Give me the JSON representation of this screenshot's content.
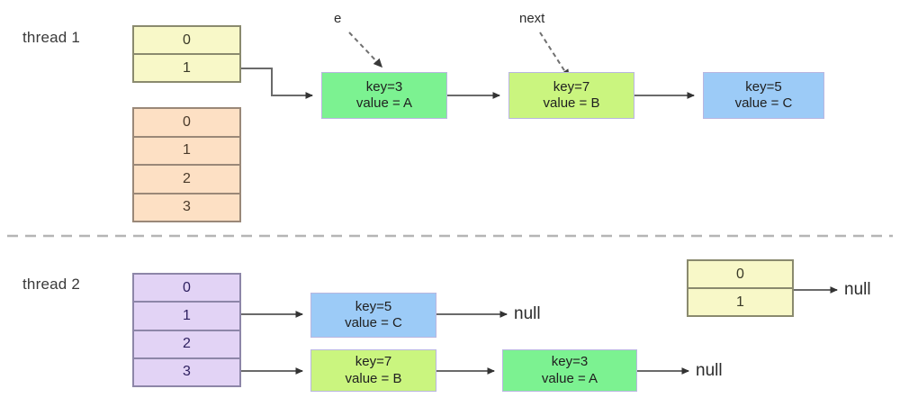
{
  "diagram": {
    "title": "HashMap resize race condition between two threads",
    "divider": "dashed-horizontal-separator"
  },
  "colors": {
    "yellow_table_fill": "#f8f8c8",
    "yellow_table_border": "#8a8a6e",
    "orange_table_fill": "#fde0c4",
    "orange_table_border": "#9a8878",
    "purple_table_fill": "#e2d3f5",
    "purple_table_border": "#8d86a8",
    "node_green": "#7cf291",
    "node_light_green": "#caf57f",
    "node_blue": "#9ccbf7",
    "node_border": "#b9b6e0",
    "arrow": "#5a5a5a",
    "dashed_arrow": "#6e6e6e",
    "text": "#2b2b2b"
  },
  "thread1": {
    "label": "thread 1",
    "old_table": {
      "name": "yellow-bucket-table",
      "rows": [
        "0",
        "1"
      ]
    },
    "new_table": {
      "name": "orange-bucket-table",
      "rows": [
        "0",
        "1",
        "2",
        "3"
      ]
    },
    "pointers": [
      {
        "name": "e",
        "label": "e",
        "target": "node-key-3"
      },
      {
        "name": "next",
        "label": "next",
        "target": "node-key-7"
      }
    ],
    "chain": [
      {
        "key_line": "key=3",
        "value_line": "value = A",
        "color": "green"
      },
      {
        "key_line": "key=7",
        "value_line": "value = B",
        "color": "light-green"
      },
      {
        "key_line": "key=5",
        "value_line": "value = C",
        "color": "blue"
      }
    ]
  },
  "thread2": {
    "label": "thread 2",
    "new_table": {
      "name": "purple-bucket-table",
      "rows": [
        "0",
        "1",
        "2",
        "3"
      ]
    },
    "old_table": {
      "name": "yellow-bucket-table",
      "rows": [
        "0",
        "1"
      ]
    },
    "old_table_tail": "null",
    "chain_bucket1": [
      {
        "key_line": "key=5",
        "value_line": "value = C",
        "color": "blue"
      }
    ],
    "chain_bucket1_tail": "null",
    "chain_bucket3": [
      {
        "key_line": "key=7",
        "value_line": "value = B",
        "color": "light-green"
      },
      {
        "key_line": "key=3",
        "value_line": "value = A",
        "color": "green"
      }
    ],
    "chain_bucket3_tail": "null"
  }
}
